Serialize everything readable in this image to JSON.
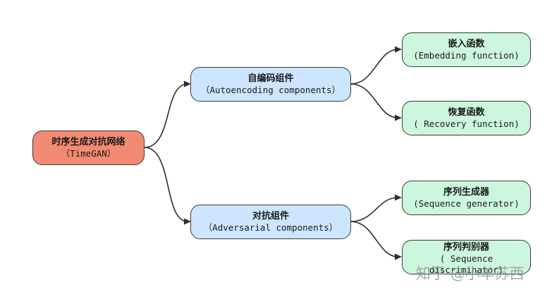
{
  "root": {
    "title": "时序生成对抗网络",
    "subtitle": "（TimeGAN）"
  },
  "branches": [
    {
      "title": "自编码组件",
      "subtitle": "（Autoencoding components）",
      "children": [
        {
          "title": "嵌入函数",
          "subtitle": "(Embedding function)"
        },
        {
          "title": "恢复函数",
          "subtitle": "( Recovery function)"
        }
      ]
    },
    {
      "title": "对抗组件",
      "subtitle": "（Adversarial components）",
      "children": [
        {
          "title": "序列生成器",
          "subtitle": "(Sequence generator)"
        },
        {
          "title": "序列判别器",
          "subtitle": "( Sequence",
          "subtitle2": "discriminator)"
        }
      ]
    }
  ],
  "watermark": "知乎 @小羊苏西",
  "colors": {
    "root": "#f38a73",
    "branch": "#cce6ff",
    "leaf": "#ccf7dc",
    "border": "#3a3a3a"
  }
}
